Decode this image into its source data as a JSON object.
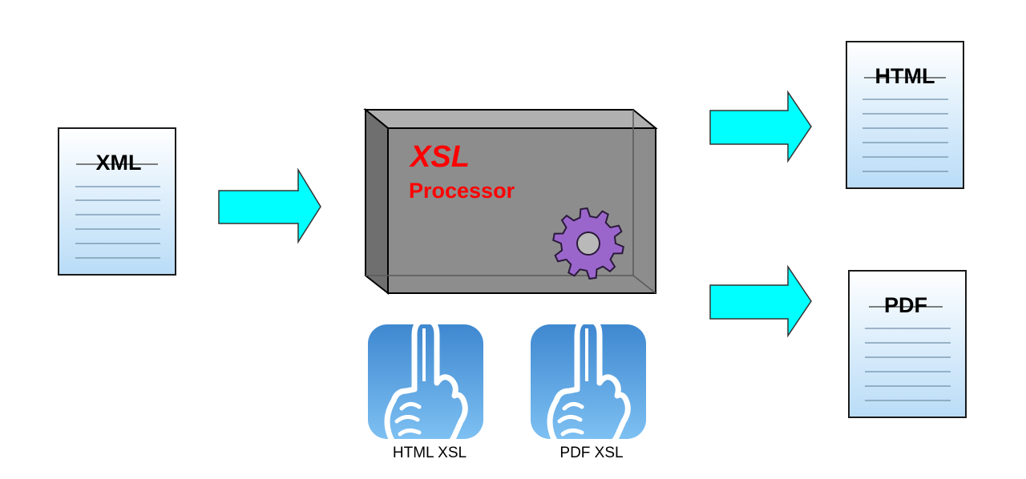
{
  "input_document": {
    "label": "XML"
  },
  "processor": {
    "title": "XSL",
    "subtitle": "Processor"
  },
  "stylesheets": [
    {
      "caption": "HTML XSL"
    },
    {
      "caption": "PDF XSL"
    }
  ],
  "output_documents": [
    {
      "label": "HTML"
    },
    {
      "label": "PDF"
    }
  ],
  "colors": {
    "arrow_fill": "#00ffff",
    "document_fill": "#cce6fa",
    "processor_fill": "#8c8c8c",
    "processor_text": "#ff0000",
    "gear_fill": "#9966cc",
    "stylesheet_icon_fill": "#4a96d8"
  }
}
